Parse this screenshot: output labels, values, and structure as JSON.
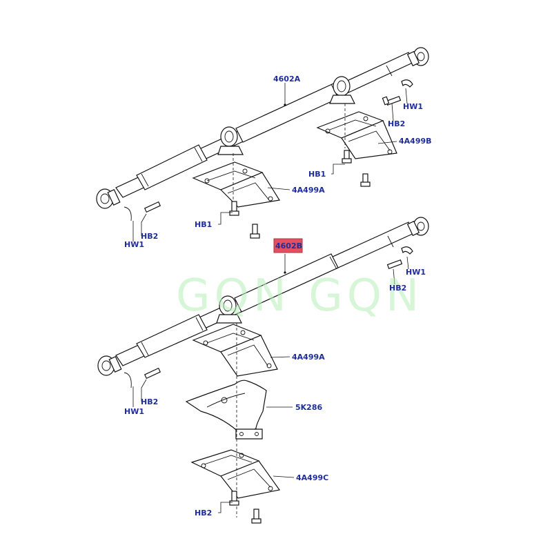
{
  "watermark": "GQN GQN",
  "labels": {
    "top_shaft": "4602A",
    "top_hw1_right": "HW1",
    "top_hb2_right": "HB2",
    "top_bracket_right": "4A499B",
    "top_hb1_right": "HB1",
    "top_bracket_left": "4A499A",
    "top_hb1_left": "HB1",
    "top_hb2_left": "HB2",
    "top_hw1_left": "HW1",
    "bottom_shaft": "4602B",
    "bottom_hw1_right": "HW1",
    "bottom_hb2_right": "HB2",
    "bottom_bracket_upper": "4A499A",
    "bottom_shield": "5K286",
    "bottom_bracket_lower": "4A499C",
    "bottom_hb2_left": "HB2",
    "bottom_hw1_left": "HW1",
    "bottom_hb2_lower": "HB2"
  },
  "colors": {
    "label": "#1f2d9c",
    "highlight": "#e0505f",
    "watermark": "#b8f0b8",
    "line": "#111111"
  }
}
